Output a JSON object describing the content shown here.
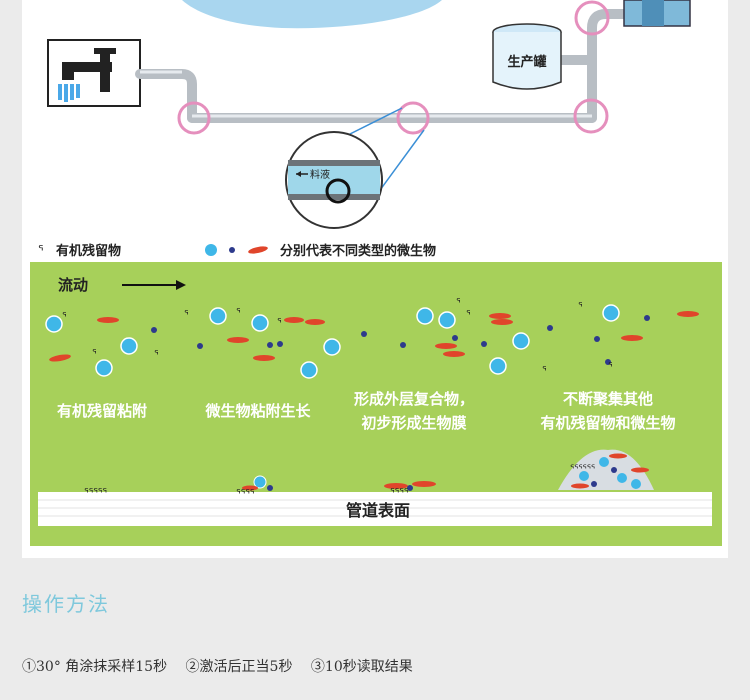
{
  "diagram": {
    "tank_label": "生产罐",
    "liquid_label": "料液",
    "legend": {
      "residue": "有机残留物",
      "microbes": "分别代表不同类型的微生物"
    },
    "flow_label": "流动",
    "stages": [
      {
        "lines": [
          "有机残留粘附"
        ]
      },
      {
        "lines": [
          "微生物粘附生长"
        ]
      },
      {
        "lines": [
          "形成外层复合物，",
          "初步形成生物膜"
        ]
      },
      {
        "lines": [
          "不断聚集其他",
          "有机残留物和微生物"
        ]
      }
    ],
    "surface_label": "管道表面"
  },
  "method": {
    "title": "操作方法",
    "steps": [
      "①30° 角涂抹采样15秒",
      "②激活后正当5秒",
      "③10秒读取结果"
    ]
  },
  "colors": {
    "green": "#a7d05a",
    "pink": "#e58fbd",
    "teal": "#7ec8dc",
    "microbe_blue": "#3fb7e8",
    "microbe_navy": "#2d3a8c",
    "microbe_red": "#e0452b"
  }
}
